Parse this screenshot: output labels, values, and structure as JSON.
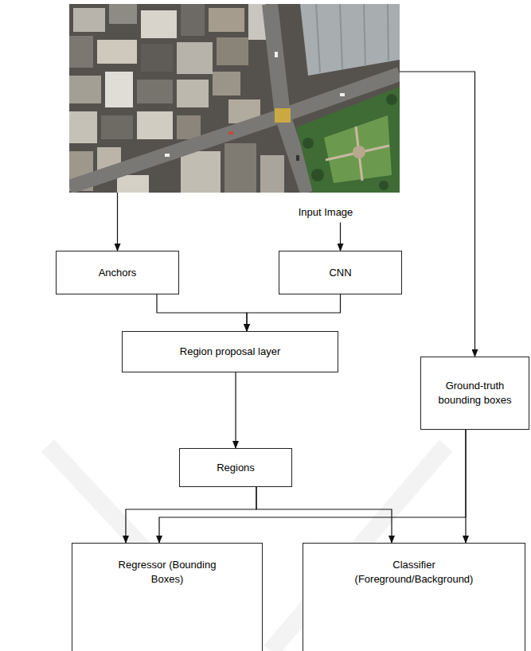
{
  "diagram": {
    "nodes": [
      {
        "text": [
          "Input Image"
        ]
      },
      {
        "text": [
          "Anchors"
        ]
      },
      {
        "text": [
          "CNN"
        ]
      },
      {
        "text": [
          "Region proposal layer"
        ]
      },
      {
        "text": [
          "Ground-truth bounding boxes"
        ]
      },
      {
        "text": [
          "Regions"
        ]
      },
      {
        "text": [
          "Regressor (Bounding Boxes)"
        ]
      },
      {
        "text": [
          "Classifier (Foreground/Background)"
        ]
      }
    ],
    "edges": [
      {
        "from": 0,
        "to": 1,
        "arrow": "to"
      },
      {
        "from": 0,
        "to": 2,
        "arrow": "to"
      },
      {
        "from": 0,
        "to": 4,
        "arrow": "to"
      },
      {
        "from": 1,
        "to": 3,
        "arrow": "to"
      },
      {
        "from": 2,
        "to": 3,
        "arrow": "to"
      },
      {
        "from": 3,
        "to": 5,
        "arrow": "to"
      },
      {
        "from": 5,
        "to": 6,
        "arrow": "to"
      },
      {
        "from": 5,
        "to": 7,
        "arrow": "to"
      },
      {
        "from": 4,
        "to": 7,
        "arrow": "to"
      },
      {
        "from": 4,
        "to": 6,
        "arrow": "to"
      }
    ]
  }
}
